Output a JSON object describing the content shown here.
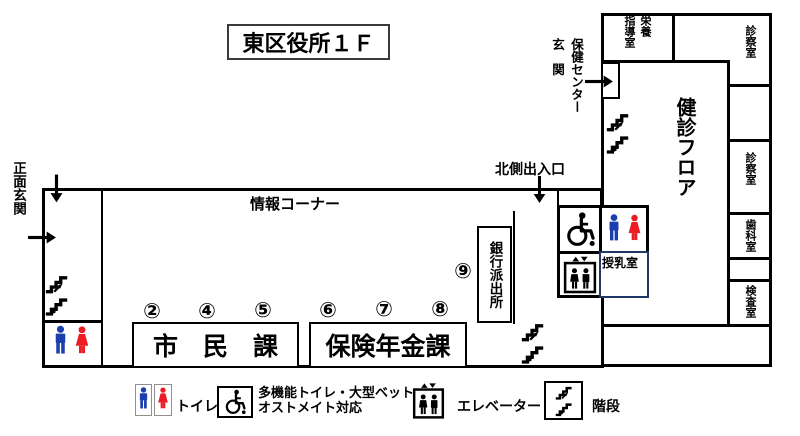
{
  "title": "東区役所１Ｆ",
  "map": {
    "entrances": {
      "main": "正面玄関",
      "north": "北側出入口",
      "health_center": "保健センター\n玄　関"
    },
    "areas": {
      "info_corner": "情報コーナー",
      "checkup_floor": "健診フロア",
      "nutrition_guidance_room": "栄養\n指導室",
      "exam_room_top": "診察室",
      "exam_room_mid": "診察室",
      "dental_room": "歯科室",
      "test_room": "検査室",
      "bank_branch": "銀行派出所",
      "nursing_room": "授乳室",
      "citizens_division": "市　民　課",
      "insurance_pension_division": "保険年金課"
    },
    "window_numbers": [
      "②",
      "④",
      "⑤",
      "⑥",
      "⑦",
      "⑧",
      "⑨"
    ]
  },
  "legend": {
    "items": [
      {
        "icon": "toilet-icon",
        "label": "トイレ"
      },
      {
        "icon": "accessible-toilet-icon",
        "label": "多機能トイレ・大型ベット\nオストメイト対応"
      },
      {
        "icon": "elevator-icon",
        "label": "エレベーター"
      },
      {
        "icon": "stairs-icon",
        "label": "階段"
      }
    ]
  },
  "colors": {
    "wall": "#000000",
    "man_figure": "#1c3fae",
    "woman_figure": "#ed1c24",
    "nursing_room_border": "#1f3864"
  }
}
